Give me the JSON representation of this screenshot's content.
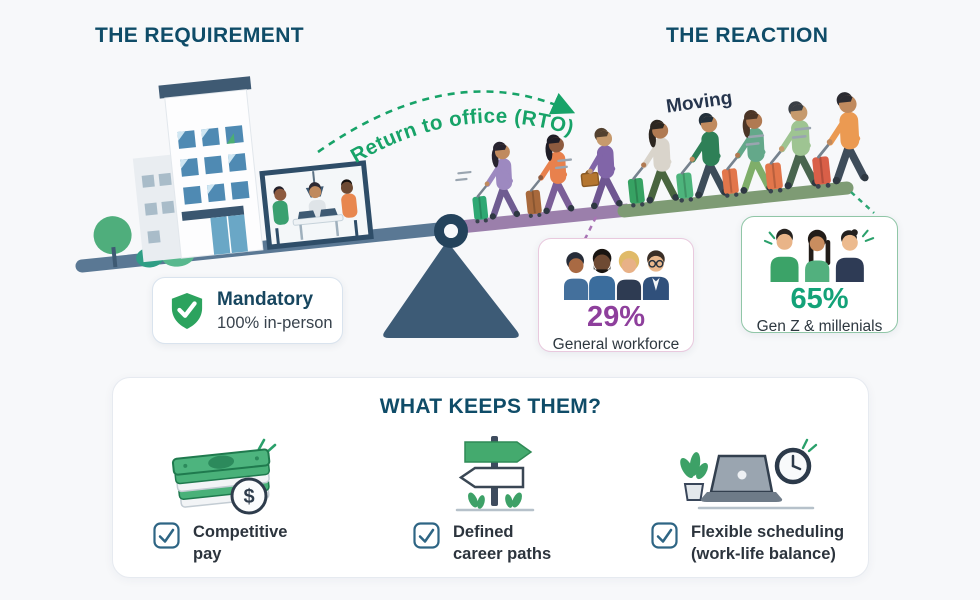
{
  "colors": {
    "background": "#f7f8fa",
    "heading": "#0f4c68",
    "accent_green": "#17a368",
    "accent_purple": "#8e3f9c",
    "beam_left": "#5a7894",
    "beam_middle": "#9b7fab",
    "beam_right": "#7e9b74"
  },
  "headers": {
    "requirement": "THE REQUIREMENT",
    "reaction": "THE REACTION"
  },
  "seesaw": {
    "arc_label": "Return to office (RTO)",
    "moving_label": "Moving",
    "mandatory_card": {
      "icon": "shield-check-icon",
      "title": "Mandatory",
      "subtitle": "100% in-person"
    },
    "general_card": {
      "value": "29%",
      "label": "General workforce"
    },
    "genz_card": {
      "value": "65%",
      "label": "Gen Z & millenials"
    }
  },
  "keeps_panel": {
    "title": "WHAT KEEPS THEM?",
    "items": [
      {
        "icon": "money-stack-icon",
        "coin_symbol": "$",
        "line1": "Competitive",
        "line2": "pay"
      },
      {
        "icon": "signpost-icon",
        "line1": "Defined",
        "line2": "career paths"
      },
      {
        "icon": "laptop-clock-icon",
        "line1": "Flexible scheduling",
        "line2": "(work-life balance)"
      }
    ]
  }
}
